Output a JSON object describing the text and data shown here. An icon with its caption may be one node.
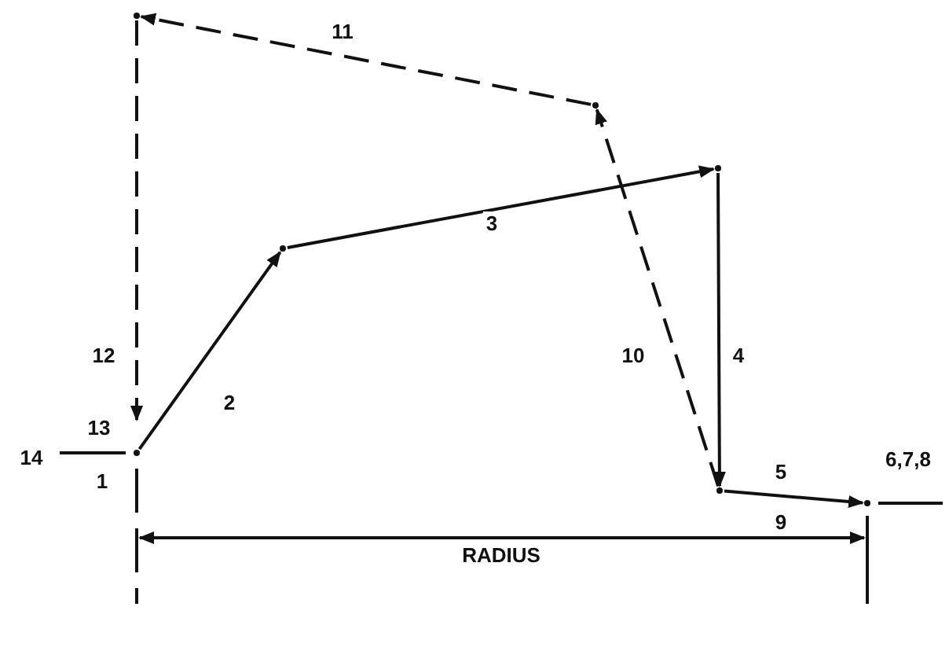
{
  "diagram": {
    "nodes": [
      {
        "text": [],
        "shape": "point"
      },
      {
        "text": [],
        "shape": "point"
      },
      {
        "text": [],
        "shape": "point"
      },
      {
        "text": [],
        "shape": "point"
      },
      {
        "text": [],
        "shape": "point"
      },
      {
        "text": [],
        "shape": "point"
      },
      {
        "text": [],
        "shape": "point"
      }
    ],
    "edges": [
      {
        "from": 0,
        "to": 1,
        "arrow": "to",
        "label": "2"
      },
      {
        "from": 1,
        "to": 2,
        "arrow": "to",
        "label": "3"
      },
      {
        "from": 2,
        "to": 3,
        "arrow": "to",
        "label": "4"
      },
      {
        "from": 3,
        "to": 4,
        "arrow": "to",
        "label": "5"
      },
      {
        "from": 3,
        "to": 5,
        "arrow": "to",
        "label": "10",
        "style": "dashed"
      },
      {
        "from": 5,
        "to": 6,
        "arrow": "to",
        "label": "11",
        "style": "dashed"
      },
      {
        "from": 6,
        "to": 0,
        "arrow": "to",
        "label": "12",
        "style": "dashed"
      }
    ],
    "labels": [
      "13",
      "14",
      "1",
      "9",
      "6,7,8",
      "RADIUS"
    ]
  }
}
